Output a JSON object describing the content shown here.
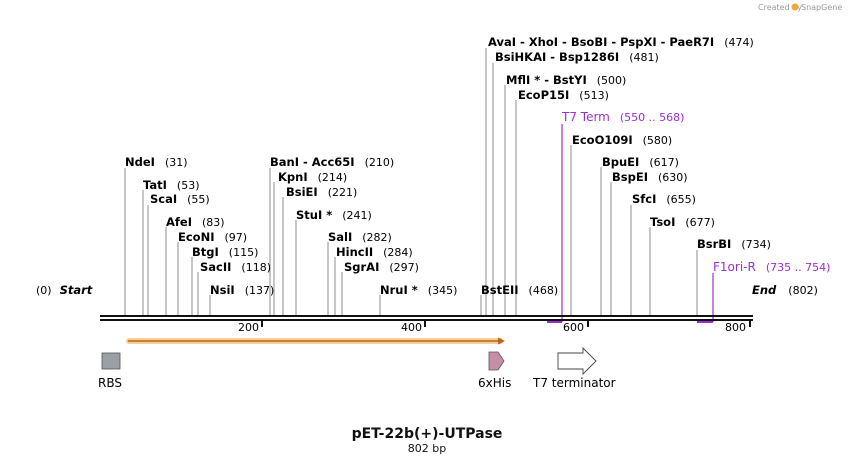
{
  "credit": "Created by",
  "credit_brand": "SnapGene",
  "plasmid": {
    "name": "pET-22b(+)-UTPase",
    "size": "802 bp"
  },
  "ends": {
    "start": "Start",
    "start_pos": "(0)",
    "end": "End",
    "end_pos": "(802)"
  },
  "sites": [
    {
      "label": "NdeI",
      "pos": "(31)"
    },
    {
      "label": "TatI",
      "pos": "(53)"
    },
    {
      "label": "ScaI",
      "pos": "(55)"
    },
    {
      "label": "AfeI",
      "pos": "(83)"
    },
    {
      "label": "EcoNI",
      "pos": "(97)"
    },
    {
      "label": "BtgI",
      "pos": "(115)"
    },
    {
      "label": "SacII",
      "pos": "(118)"
    },
    {
      "label": "NsiI",
      "pos": "(137)"
    },
    {
      "label": "BanI  -  Acc65I",
      "pos": "(210)"
    },
    {
      "label": "KpnI",
      "pos": "(214)"
    },
    {
      "label": "BsiEI",
      "pos": "(221)"
    },
    {
      "label": "StuI *",
      "pos": "(241)"
    },
    {
      "label": "SalI",
      "pos": "(282)"
    },
    {
      "label": "HincII",
      "pos": "(284)"
    },
    {
      "label": "SgrAI",
      "pos": "(297)"
    },
    {
      "label": "NruI *",
      "pos": "(345)"
    },
    {
      "label": "BstEII",
      "pos": "(468)"
    },
    {
      "label": "AvaI  -  XhoI  -  BsoBI  -  PspXI  -  PaeR7I",
      "pos": "(474)"
    },
    {
      "label": "BsiHKAI  -  Bsp1286I",
      "pos": "(481)"
    },
    {
      "label": "MflI *  -  BstYI",
      "pos": "(500)"
    },
    {
      "label": "EcoP15I",
      "pos": "(513)"
    },
    {
      "label": "EcoO109I",
      "pos": "(580)"
    },
    {
      "label": "BpuEI",
      "pos": "(617)"
    },
    {
      "label": "BspEI",
      "pos": "(630)"
    },
    {
      "label": "SfcI",
      "pos": "(655)"
    },
    {
      "label": "TsoI",
      "pos": "(677)"
    },
    {
      "label": "BsrBI",
      "pos": "(734)"
    }
  ],
  "primers": [
    {
      "label": "T7 Term",
      "pos": "(550 .. 568)"
    },
    {
      "label": "F1ori-R",
      "pos": "(735 .. 754)"
    }
  ],
  "ticks": [
    "200",
    "400",
    "600",
    "800"
  ],
  "features": [
    {
      "label": "RBS",
      "color": "#9aa0a6"
    },
    {
      "label": "6xHis",
      "color": "#c78fa7"
    },
    {
      "label": "T7 terminator",
      "color": "#ffffff"
    }
  ],
  "colors": {
    "primer": "#9b30d0",
    "orf": "#f0a030",
    "backbone": "#111111"
  }
}
